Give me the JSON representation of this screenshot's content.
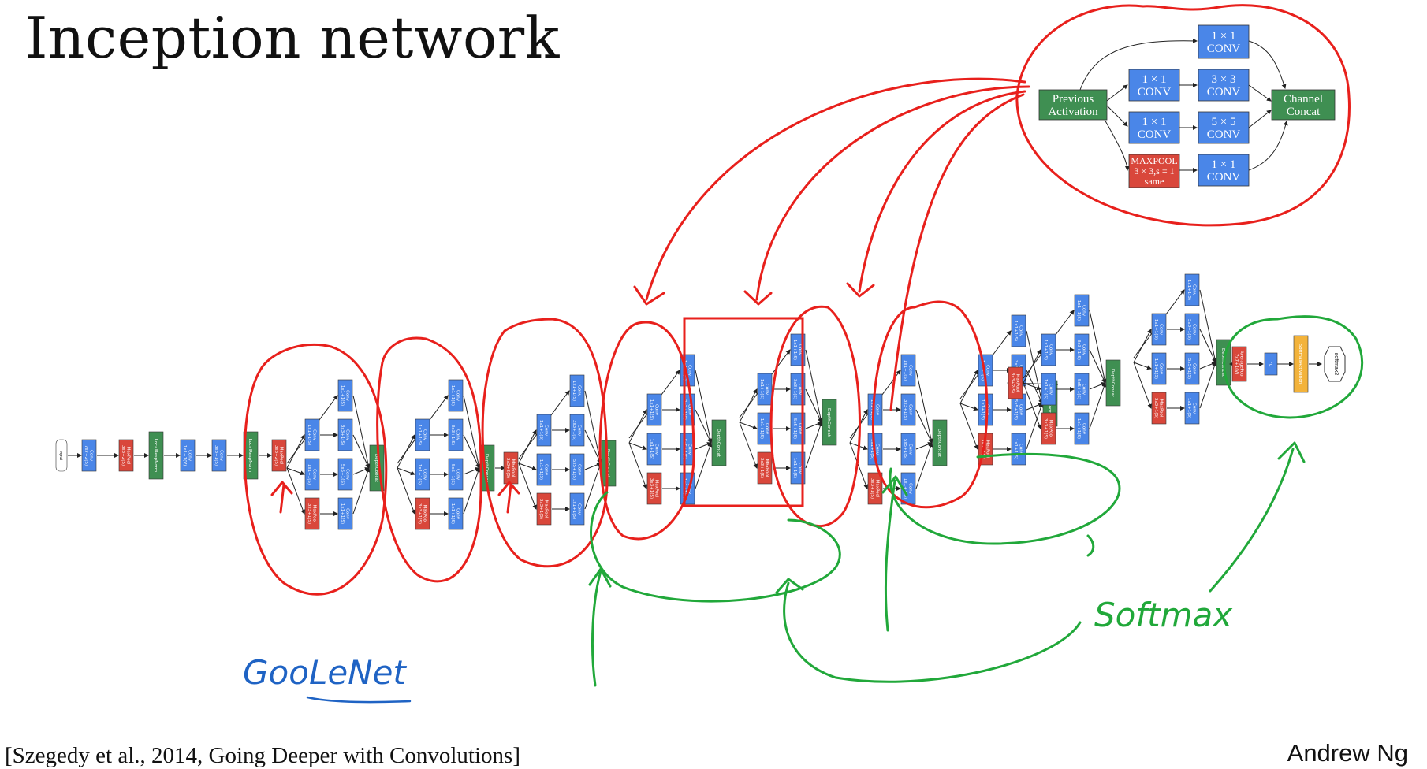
{
  "slide": {
    "title": "Inception network",
    "citation": "[Szegedy et al., 2014, Going Deeper with Convolutions]",
    "author": "Andrew Ng"
  },
  "colors": {
    "conv": "#4a86e8",
    "pool": "#d9473b",
    "concat": "#3f8f52",
    "softmax_block": "#f3b33b",
    "red_annotation": "#e8201c",
    "green_annotation": "#21a83a",
    "blue_annotation": "#1f63c4"
  },
  "inception_module": {
    "input": "Previous Activation",
    "output": "Channel Concat",
    "branches": [
      {
        "first": "",
        "second": "1 × 1 CONV"
      },
      {
        "first": "1 × 1 CONV",
        "second": "3 × 3 CONV"
      },
      {
        "first": "1 × 1 CONV",
        "second": "5 × 5 CONV"
      },
      {
        "first": "MAXPOOL 3 × 3,s = 1 same",
        "second": "1 × 1 CONV"
      }
    ]
  },
  "network_labels": {
    "input": "input",
    "conv7": "Conv 7x7+2(S)",
    "maxpool_s2": "MaxPool 3x3+2(S)",
    "lrn": "LocalRespNorm",
    "conv1v": "Conv 1x1+1(V)",
    "conv3s": "Conv 3x3+1(S)",
    "conv1s": "Conv 1x1+1(S)",
    "conv5s": "Conv 5x5+1(S)",
    "maxpool_s1": "MaxPool 3x3+1(S)",
    "concat": "DepthConcat",
    "avgpool": "AveragePool 7x7+1(V)",
    "fc": "FC",
    "softmax_activation": "SoftmaxActivation",
    "output": "softmax2"
  },
  "annotations": {
    "googlenet": "GooLeNet",
    "softmax": "Softmax"
  }
}
